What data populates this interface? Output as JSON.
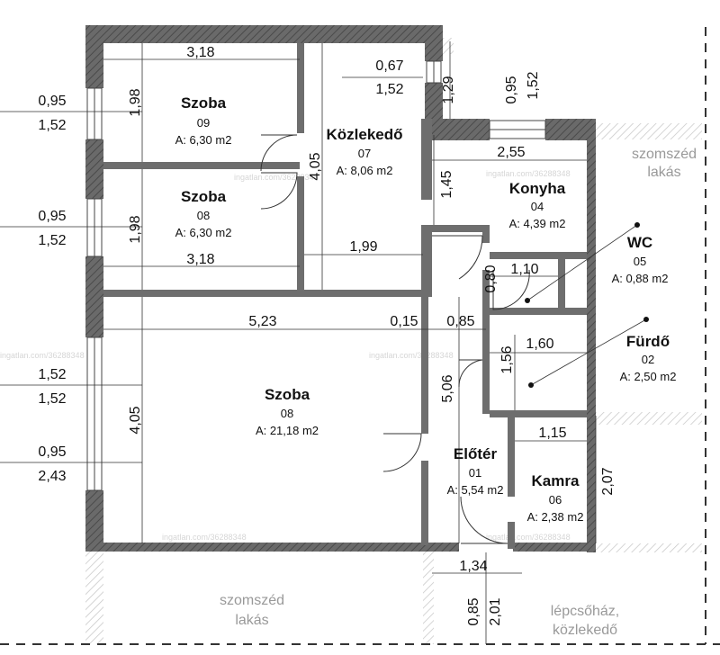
{
  "rooms": [
    {
      "name": "Szoba",
      "number": "09",
      "area": "A: 6,30 m2"
    },
    {
      "name": "Szoba",
      "number": "08",
      "area": "A: 6,30 m2"
    },
    {
      "name": "Közlekedő",
      "number": "07",
      "area": "A: 8,06 m2"
    },
    {
      "name": "Konyha",
      "number": "04",
      "area": "A: 4,39 m2"
    },
    {
      "name": "WC",
      "number": "05",
      "area": "A: 0,88 m2"
    },
    {
      "name": "Fürdő",
      "number": "02",
      "area": "A: 2,50 m2"
    },
    {
      "name": "Szoba",
      "number": "08",
      "area": "A: 21,18 m2"
    },
    {
      "name": "Előtér",
      "number": "01",
      "area": "A: 5,54 m2"
    },
    {
      "name": "Kamra",
      "number": "06",
      "area": "A: 2,38 m2"
    }
  ],
  "dimensions": {
    "d_3_18_top": "3,18",
    "d_3_18_mid": "3,18",
    "d_1_98_a": "1,98",
    "d_1_98_b": "1,98",
    "d_4_05_a": "4,05",
    "d_4_05_b": "4,05",
    "d_0_67": "0,67",
    "d_1_52_k": "1,52",
    "d_1_29": "1,29",
    "d_0_95_v": "0,95",
    "d_1_52_v": "1,52",
    "d_2_55": "2,55",
    "d_1_45": "1,45",
    "d_1_99": "1,99",
    "d_1_10": "1,10",
    "d_0_80": "0,80",
    "d_5_23": "5,23",
    "d_0_15": "0,15",
    "d_0_85_h": "0,85",
    "d_1_60": "1,60",
    "d_1_56": "1,56",
    "d_5_06": "5,06",
    "d_1_15": "1,15",
    "d_2_07": "2,07",
    "d_1_34": "1,34",
    "d_0_85_v": "0,85",
    "d_2_01": "2,01"
  },
  "windows": [
    {
      "top": "0,95",
      "bottom": "1,52"
    },
    {
      "top": "0,95",
      "bottom": "1,52"
    },
    {
      "top": "1,52",
      "bottom": "1,52"
    },
    {
      "top": "0,95",
      "bottom": "2,43"
    }
  ],
  "outside": {
    "neighbor_right_1": "szomszéd",
    "neighbor_right_2": "lakás",
    "neighbor_bottom_1": "szomszéd",
    "neighbor_bottom_2": "lakás",
    "stair_1": "lépcsőház,",
    "stair_2": "közlekedő"
  },
  "watermarks": [
    "ingatlan.com/36288348",
    "ingatlan.com/36288348",
    "ingatlan.com/36288348",
    "ingatlan.com/36288348",
    "ingatlan.com/36288348",
    "ingatlan.com/36288348"
  ],
  "colors": {
    "wall": "#555555",
    "neighbor_wall": "#cfcfcf",
    "dim_line": "#333333",
    "text": "#111111",
    "watermark": "#d6d6d6"
  }
}
